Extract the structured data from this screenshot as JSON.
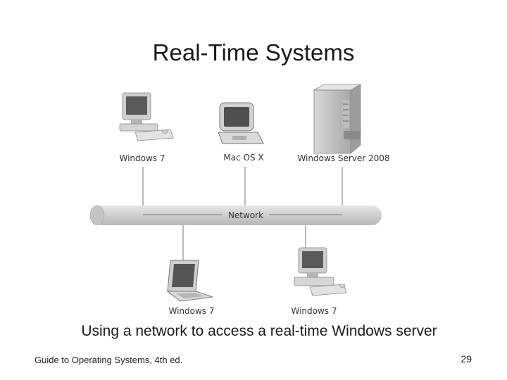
{
  "slide": {
    "title": "Real-Time Systems",
    "caption": "Using a network to access a real-time Windows server",
    "footer": "Guide to Operating Systems, 4th ed.",
    "page_number": "29"
  },
  "diagram": {
    "network_label": "Network",
    "nodes": [
      {
        "label": "Windows 7",
        "icon": "desktop-computer-icon"
      },
      {
        "label": "Mac OS X",
        "icon": "laptop-icon"
      },
      {
        "label": "Windows Server 2008",
        "icon": "server-tower-icon"
      },
      {
        "label": "Windows 7",
        "icon": "laptop-icon"
      },
      {
        "label": "Windows 7",
        "icon": "desktop-computer-icon"
      }
    ]
  },
  "colors": {
    "network_pipe": "#d4d4d4",
    "device_body": "#bdbdbd",
    "screen": "#555555",
    "connector": "#777777"
  }
}
